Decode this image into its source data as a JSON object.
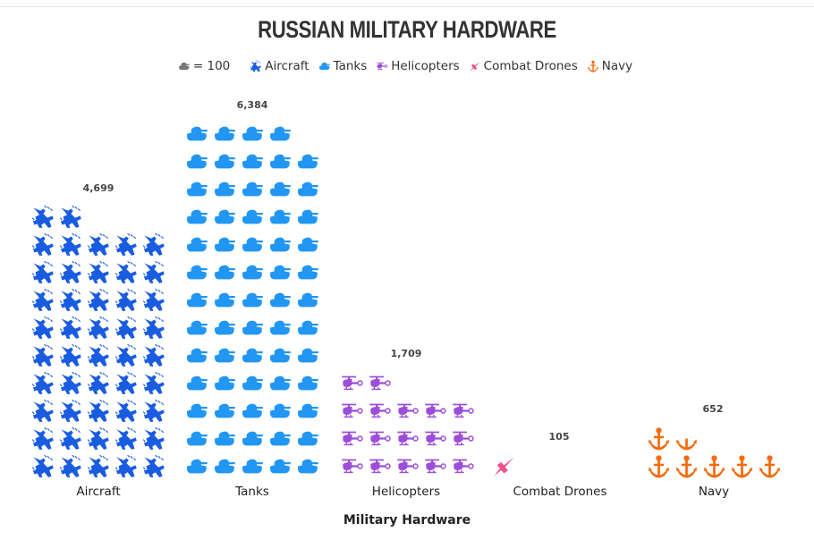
{
  "chart_data": {
    "type": "pictogram",
    "title": "RUSSIAN MILITARY HARDWARE",
    "xlabel": "Military Hardware",
    "ylabel": "",
    "unit_legend": "= 100",
    "unit_value": 100,
    "categories": [
      "Aircraft",
      "Tanks",
      "Helicopters",
      "Combat Drones",
      "Navy"
    ],
    "values": [
      4699,
      6384,
      1709,
      105,
      652
    ],
    "value_labels": [
      "4,699",
      "6,384",
      "1,709",
      "105",
      "652"
    ],
    "icon_counts": [
      47,
      64,
      17,
      1,
      6.5
    ],
    "icons_per_row": 5,
    "colors": {
      "Aircraft": "#1a5ce0",
      "Tanks": "#2196f3",
      "Helicopters": "#9c4dd9",
      "Combat Drones": "#f0508c",
      "Navy": "#f26b0f",
      "unit": "#777777"
    },
    "legend": [
      "Aircraft",
      "Tanks",
      "Helicopters",
      "Combat Drones",
      "Navy"
    ],
    "legend_position": "top",
    "grid": false
  },
  "header": {
    "title": "RUSSIAN MILITARY HARDWARE"
  },
  "legend": {
    "unit_label": "= 100",
    "items": [
      {
        "label": "Aircraft",
        "icon": "jet-icon"
      },
      {
        "label": "Tanks",
        "icon": "tank-icon"
      },
      {
        "label": "Helicopters",
        "icon": "helicopter-icon"
      },
      {
        "label": "Combat Drones",
        "icon": "drone-icon"
      },
      {
        "label": "Navy",
        "icon": "anchor-icon"
      }
    ]
  },
  "columns": [
    {
      "label": "Aircraft",
      "value_label": "4,699"
    },
    {
      "label": "Tanks",
      "value_label": "6,384"
    },
    {
      "label": "Helicopters",
      "value_label": "1,709"
    },
    {
      "label": "Combat Drones",
      "value_label": "105"
    },
    {
      "label": "Navy",
      "value_label": "652"
    }
  ],
  "axis": {
    "title": "Military Hardware"
  }
}
